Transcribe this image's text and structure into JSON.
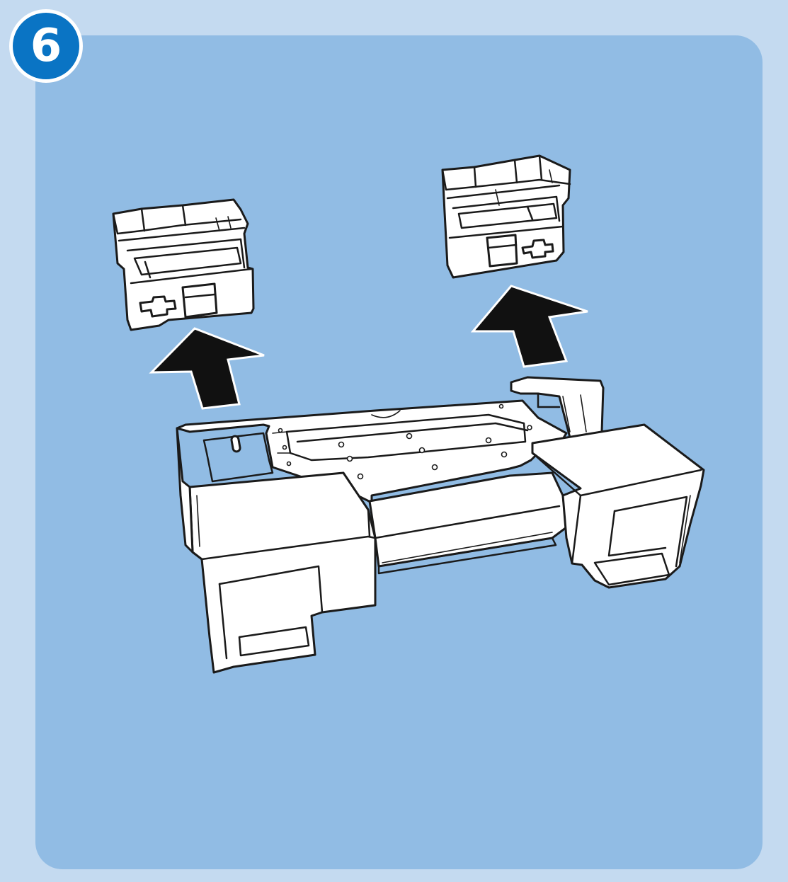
{
  "step": {
    "number": "6"
  },
  "colors": {
    "page_background": "#c4daf0",
    "panel_background": "#91bce4",
    "badge_fill": "#0a74c4",
    "badge_border": "#ffffff",
    "arrow_fill": "#111111",
    "line_art": "#1a1a1a"
  },
  "illustration": {
    "subject": "printer",
    "parts": [
      "packing-insert-left",
      "packing-insert-right",
      "lift-arrow-left",
      "lift-arrow-right"
    ]
  }
}
